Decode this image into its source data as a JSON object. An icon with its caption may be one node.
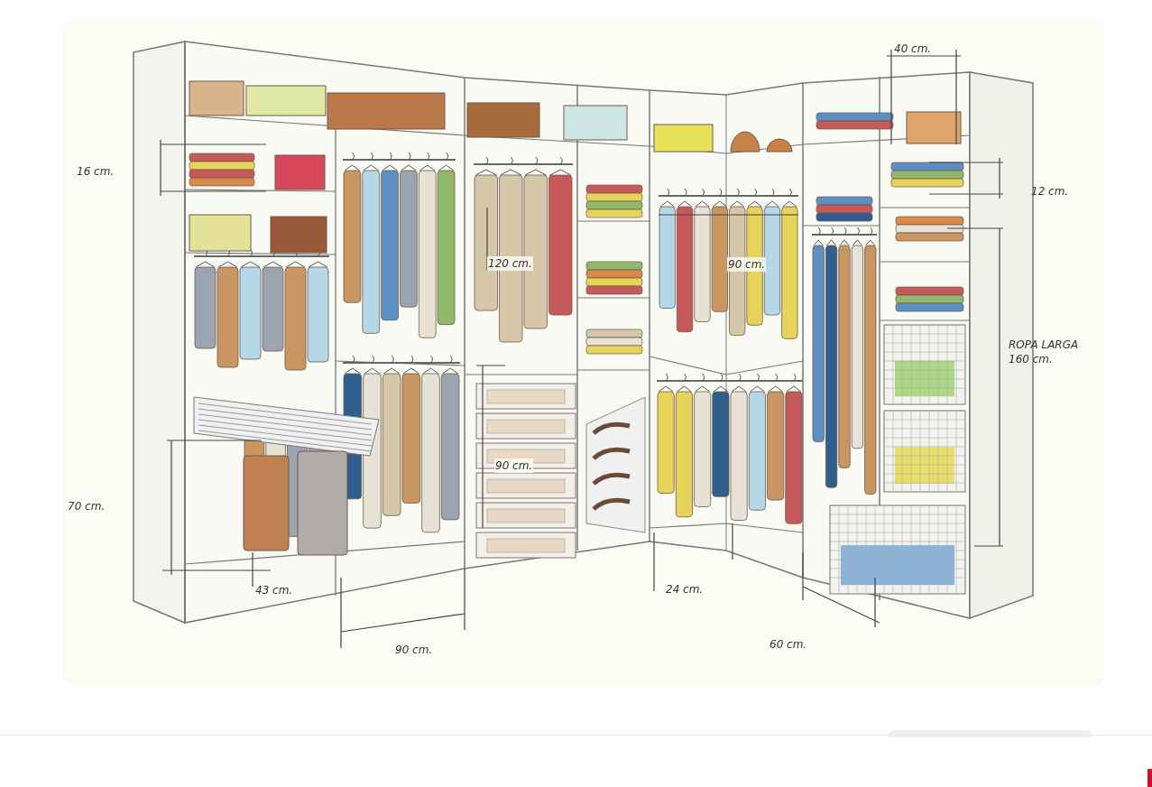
{
  "diagram": {
    "labels": [
      "40 cm.",
      "16 cm.",
      "12 cm.",
      "120 cm.",
      "90 cm.",
      "ROPA LARGA 160 cm.",
      "90 cm.",
      "70 cm.",
      "43 cm.",
      "24 cm.",
      "90 cm.",
      "60 cm."
    ]
  }
}
